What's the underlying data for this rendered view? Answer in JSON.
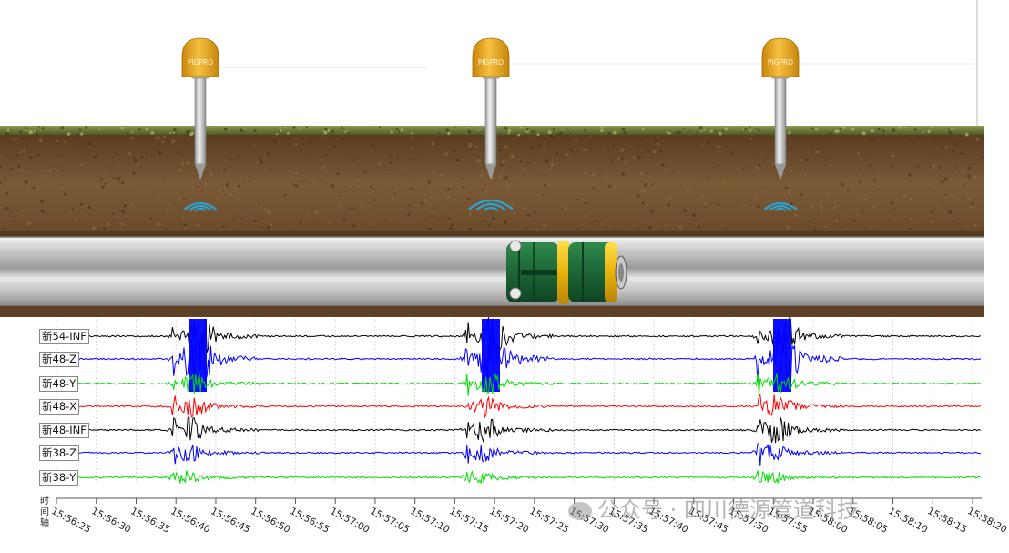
{
  "marker": {
    "brand": "PIGPRO",
    "count": 3
  },
  "pig": {
    "description_hidden": ""
  },
  "channels": [
    {
      "label": "新54-INF",
      "color": "#000000"
    },
    {
      "label": "新48-Z",
      "color": "#0000ff"
    },
    {
      "label": "新48-Y",
      "color": "#00dd00"
    },
    {
      "label": "新48-X",
      "color": "#ff0000"
    },
    {
      "label": "新48-INF",
      "color": "#000000"
    },
    {
      "label": "新38-Z",
      "color": "#0000ff"
    },
    {
      "label": "新38-Y",
      "color": "#00dd00"
    }
  ],
  "time_axis": {
    "title": [
      "时",
      "间",
      "轴"
    ],
    "ticks": [
      "15:56:25",
      "15:56:30",
      "15:56:35",
      "15:56:40",
      "15:56:45",
      "15:56:50",
      "15:56:55",
      "15:57:00",
      "15:57:05",
      "15:57:10",
      "15:57:15",
      "15:57:20",
      "15:57:25",
      "15:57:30",
      "15:57:35",
      "15:57:40",
      "15:57:45",
      "15:57:50",
      "15:57:55",
      "15:58:00",
      "15:58:05",
      "15:58:10",
      "15:58:15",
      "15:58:20"
    ]
  },
  "watermark": "公众号 · 四川德源管道科技",
  "colors": {
    "soil": "#6e4d2c",
    "grass": "#6e7a3a",
    "pipe": "#d6d6d6",
    "marker_cap": "#e8a817",
    "pig_body": "#1f6b3a",
    "pig_band": "#f0c418",
    "signal_wave": "#29a3d8"
  }
}
